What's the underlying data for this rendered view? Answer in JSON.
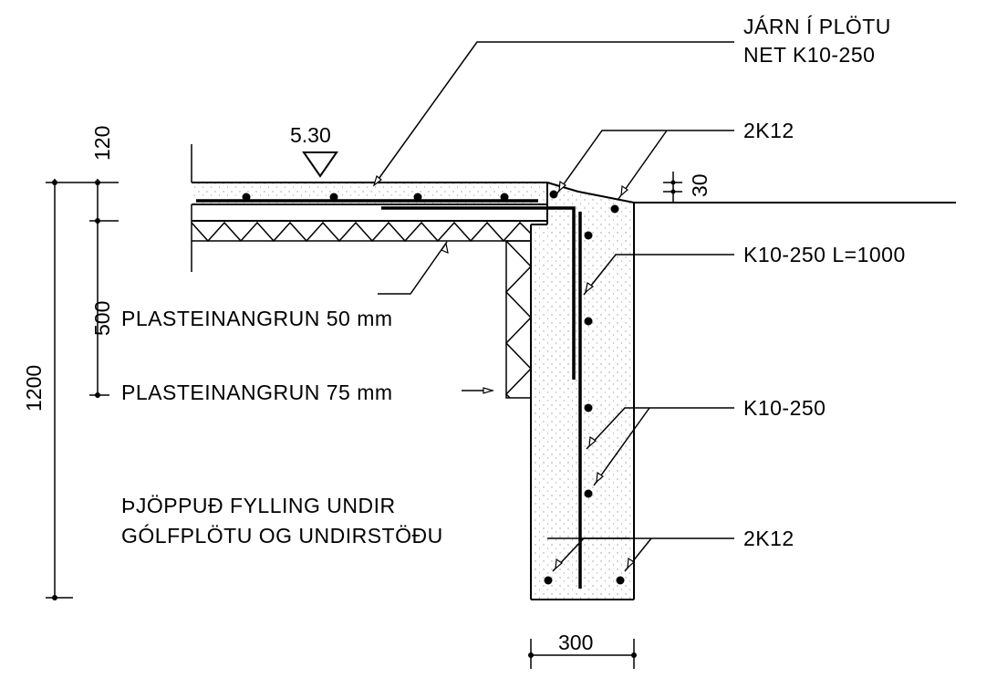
{
  "labels": {
    "slab_rebar_line1": "JÁRN Í PLÖTU",
    "slab_rebar_line2": "NET K10-250",
    "top_bars": "2K12",
    "dowel_bars": "K10-250 L=1000",
    "wall_bars": "K10-250",
    "bottom_bars": "2K12",
    "insulation_slab": "PLASTEINANGRUN 50 mm",
    "insulation_wall": "PLASTEINANGRUN 75 mm",
    "fill_line1": "ÞJÖPPUÐ FYLLING UNDIR",
    "fill_line2": "GÓLFPLÖTU OG UNDIRSTÖÐU"
  },
  "dimensions": {
    "elevation": "5.30",
    "slab_thickness": "120",
    "insulation_depth": "500",
    "total_depth": "1200",
    "step": "30",
    "wall_width": "300"
  },
  "colors": {
    "ink": "#000000",
    "concrete_stipple": "#9a9a9a",
    "background": "#ffffff"
  }
}
